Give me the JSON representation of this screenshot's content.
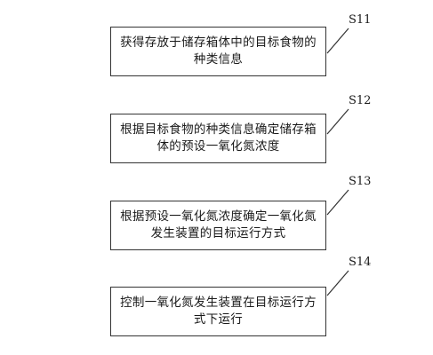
{
  "flowchart": {
    "steps": [
      {
        "label": "S11",
        "text": "获得存放于储存箱体中的目标食物的种类信息"
      },
      {
        "label": "S12",
        "text": "根据目标食物的种类信息确定储存箱体的预设一氧化氮浓度"
      },
      {
        "label": "S13",
        "text": "根据预设一氧化氮浓度确定一氧化氮发生装置的目标运行方式"
      },
      {
        "label": "S14",
        "text": "控制一氧化氮发生装置在目标运行方式下运行"
      }
    ]
  }
}
